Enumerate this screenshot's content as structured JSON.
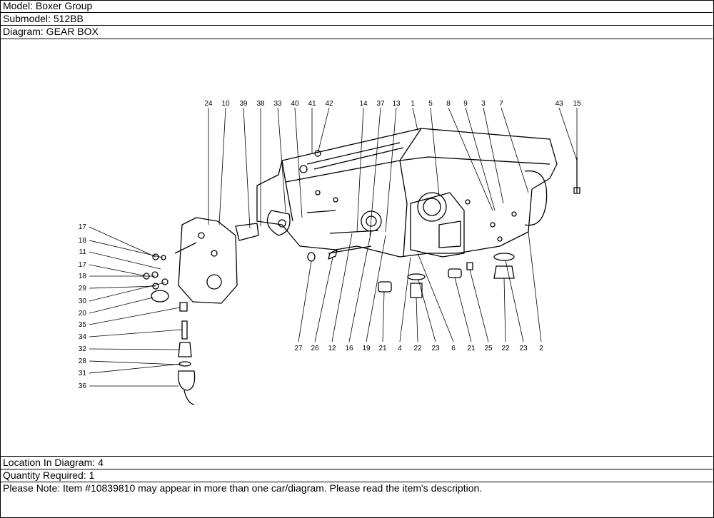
{
  "header": {
    "model": "Model: Boxer Group",
    "submodel": "Submodel: 512BB",
    "diagram": "Diagram: GEAR BOX"
  },
  "diagram": {
    "callouts_top": [
      "24",
      "10",
      "39",
      "38",
      "33",
      "40",
      "41",
      "42",
      "14",
      "37",
      "13",
      "1",
      "5",
      "8",
      "9",
      "3",
      "7",
      "43",
      "15"
    ],
    "callouts_left": [
      "17",
      "18",
      "11",
      "17",
      "18",
      "29",
      "30",
      "20",
      "35",
      "34",
      "32",
      "28",
      "31",
      "36"
    ],
    "callouts_bottom": [
      "27",
      "26",
      "12",
      "16",
      "19",
      "21",
      "4",
      "22",
      "23",
      "6",
      "21",
      "25",
      "22",
      "23",
      "2"
    ]
  },
  "footer": {
    "location": "Location In Diagram: 4",
    "quantity": "Quantity Required: 1",
    "note": "Please Note: Item #10839810 may appear in more than one car/diagram. Please read the item's description."
  }
}
